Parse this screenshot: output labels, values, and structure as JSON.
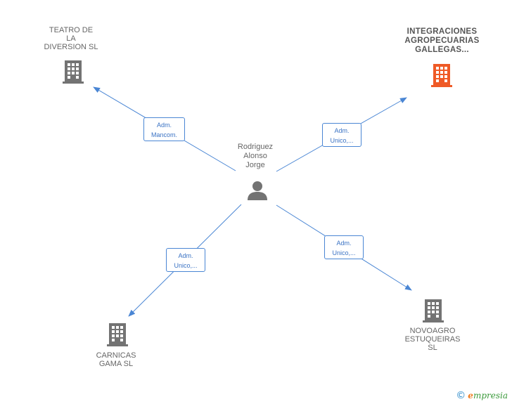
{
  "colors": {
    "accent": "#4a86d4",
    "building_gray": "#737373",
    "building_highlight": "#ef5a26",
    "person": "#737373"
  },
  "person": {
    "name_line1": "Rodriguez",
    "name_line2": "Alonso",
    "name_line3": "Jorge",
    "icon": "person-icon"
  },
  "companies": [
    {
      "id": "teatro",
      "label": "TEATRO DE\nLA\nDIVERSION SL",
      "icon": "building-icon"
    },
    {
      "id": "integraciones",
      "label": "INTEGRACIONES\nAGROPECUARIAS\nGALLEGAS...",
      "icon": "building-icon",
      "highlight": true
    },
    {
      "id": "carnicas",
      "label": "CARNICAS\nGAMA  SL",
      "icon": "building-icon"
    },
    {
      "id": "novoagro",
      "label": "NOVOAGRO\nESTUQUEIRAS\nSL",
      "icon": "building-icon"
    }
  ],
  "relations": [
    {
      "target": "teatro",
      "line1": "Adm.",
      "line2": "Mancom."
    },
    {
      "target": "integraciones",
      "line1": "Adm.",
      "line2": "Unico,..."
    },
    {
      "target": "carnicas",
      "line1": "Adm.",
      "line2": "Unico,..."
    },
    {
      "target": "novoagro",
      "line1": "Adm.",
      "line2": "Unico,..."
    }
  ],
  "brand": {
    "copyright": "©",
    "e": "e",
    "rest": "mpresia"
  }
}
